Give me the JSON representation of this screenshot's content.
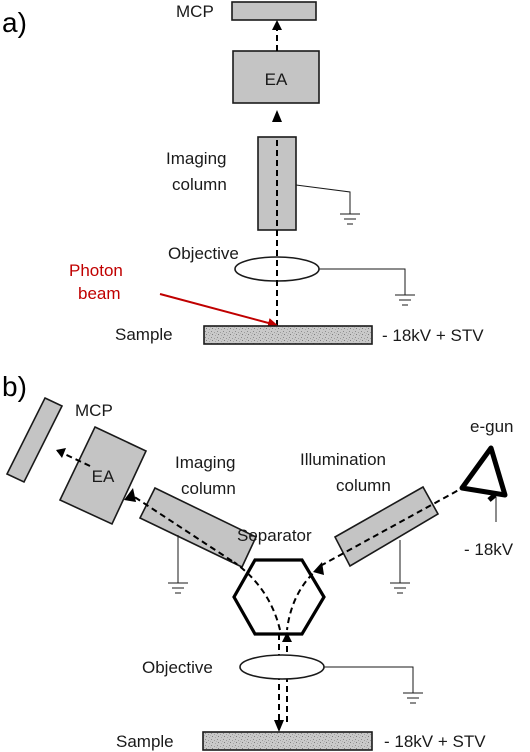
{
  "panel_a": {
    "tag": "a)",
    "mcp": "MCP",
    "ea": "EA",
    "imaging_line1": "Imaging",
    "imaging_line2": "column",
    "objective": "Objective",
    "photon_line1": "Photon",
    "photon_line2": "beam",
    "sample": "Sample",
    "voltage": "- 18kV + STV"
  },
  "panel_b": {
    "tag": "b)",
    "mcp": "MCP",
    "ea": "EA",
    "imaging_line1": "Imaging",
    "imaging_line2": "column",
    "illumination_line1": "Illumination",
    "illumination_line2": "column",
    "egun": "e-gun",
    "egun_voltage": "- 18kV",
    "separator": "Separator",
    "objective": "Objective",
    "sample": "Sample",
    "voltage": "- 18kV + STV"
  },
  "colors": {
    "box_fill": "#c4c4c4",
    "photon_beam": "#c00000",
    "ink": "#1a1a1a"
  }
}
